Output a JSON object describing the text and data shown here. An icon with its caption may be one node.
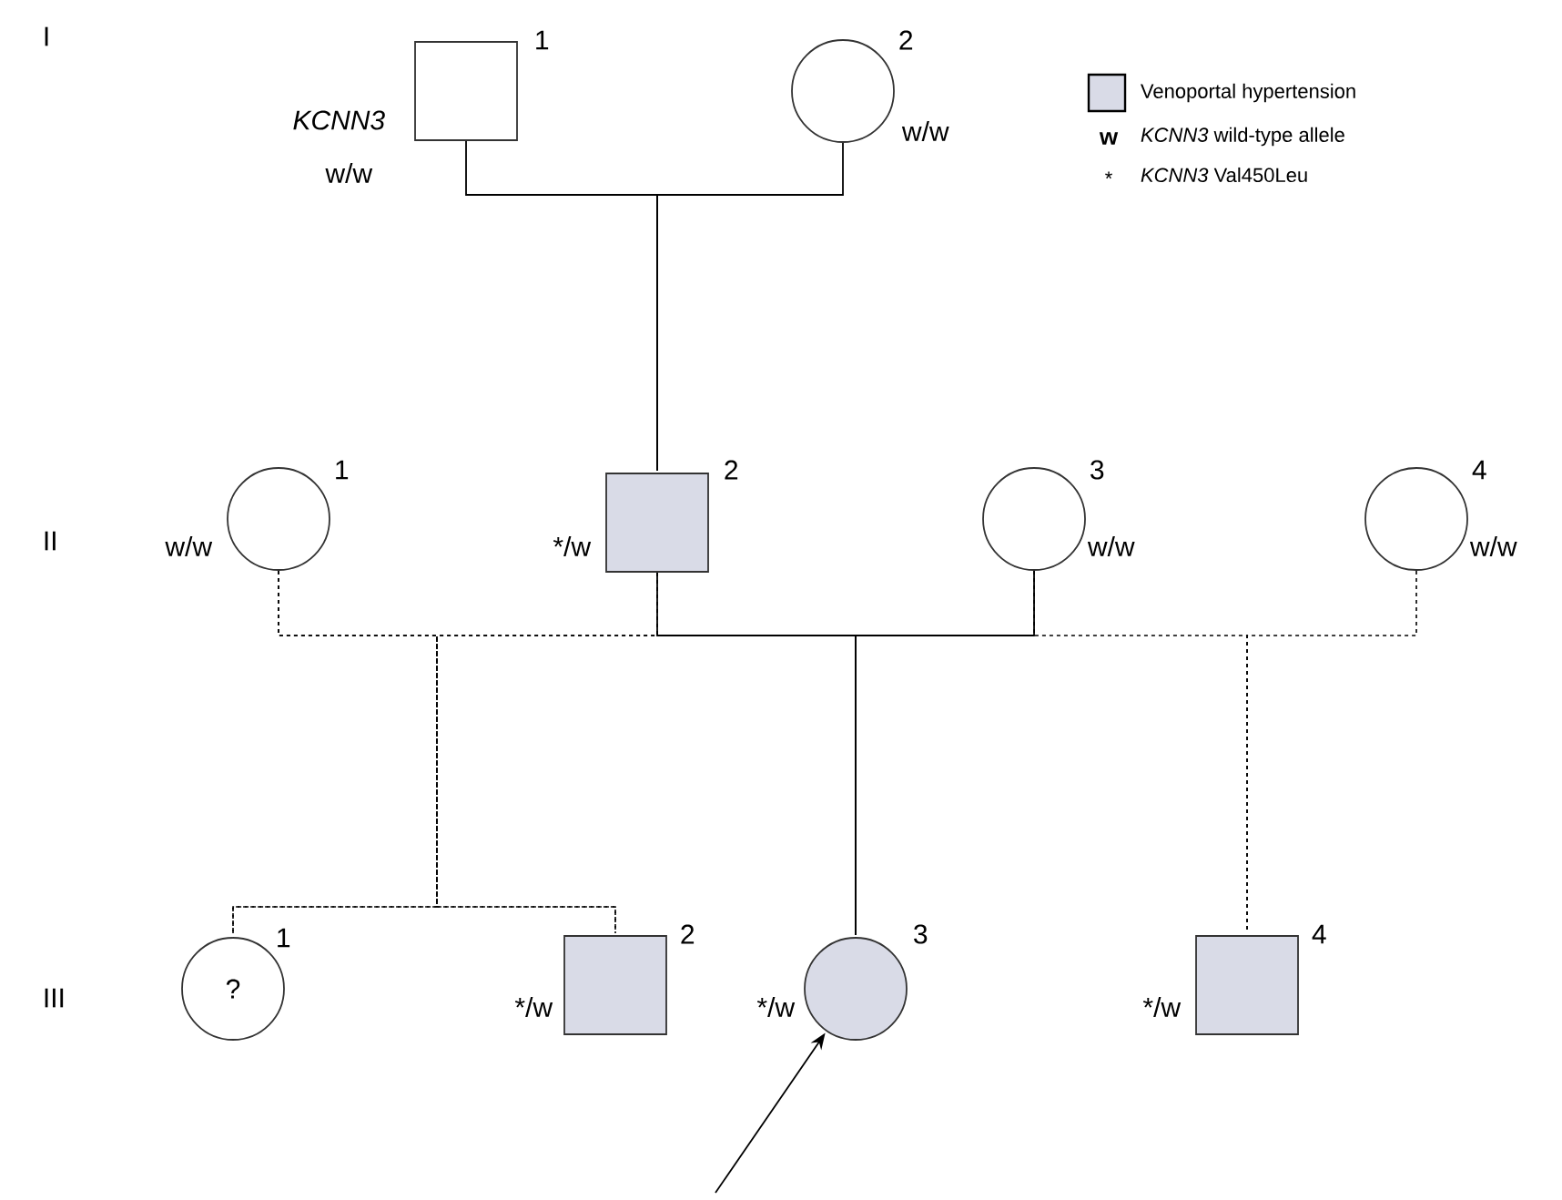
{
  "diagram": {
    "nodes": [
      {
        "text": [],
        "shape": "box",
        "beside": [
          "1",
          "KCNN3",
          "w/w"
        ]
      },
      {
        "text": [],
        "shape": "circle",
        "beside": [
          "2",
          "w/w"
        ]
      },
      {
        "text": [],
        "shape": "circle",
        "beside": [
          "1",
          "w/w"
        ]
      },
      {
        "text": [],
        "shape": "box",
        "beside": [
          "2",
          "*/w"
        ]
      },
      {
        "text": [],
        "shape": "circle",
        "beside": [
          "3",
          "w/w"
        ]
      },
      {
        "text": [],
        "shape": "circle",
        "beside": [
          "4",
          "w/w"
        ]
      },
      {
        "text": [
          "?"
        ],
        "beside": [
          "1"
        ]
      },
      {
        "text": [],
        "shape": "box",
        "beside": [
          "2",
          "*/w"
        ]
      },
      {
        "text": [],
        "shape": "circle",
        "beside": [
          "3",
          "*/w"
        ]
      },
      {
        "text": [],
        "shape": "box",
        "beside": [
          "4",
          "*/w"
        ]
      }
    ],
    "edges": [
      {
        "from": 0,
        "to": 3,
        "arrow": "none"
      },
      {
        "from": 1,
        "to": 3,
        "arrow": "none"
      },
      {
        "from": 2,
        "to": 6,
        "arrow": "none",
        "style": "dashed"
      },
      {
        "from": 2,
        "to": 7,
        "arrow": "none",
        "style": "dashed"
      },
      {
        "from": 3,
        "to": 6,
        "arrow": "none",
        "style": "dashed"
      },
      {
        "from": 3,
        "to": 7,
        "arrow": "none",
        "style": "dashed"
      },
      {
        "from": 3,
        "to": 8,
        "arrow": "none"
      },
      {
        "from": 4,
        "to": 8,
        "arrow": "none"
      },
      {
        "from": 4,
        "to": 9,
        "arrow": "none",
        "style": "dashed"
      },
      {
        "from": 5,
        "to": 9,
        "arrow": "none",
        "style": "dashed"
      },
      {
        "from": null,
        "to": 8,
        "arrow": "to"
      }
    ],
    "labels": [
      "I",
      "II",
      "III",
      "w",
      "*KCNN3* wild-type allele",
      "*",
      "*KCNN3* Val450Leu"
    ],
    "legend": [
      {
        "text": "Venoportal hypertension",
        "color": "#d9dbe7"
      }
    ]
  }
}
